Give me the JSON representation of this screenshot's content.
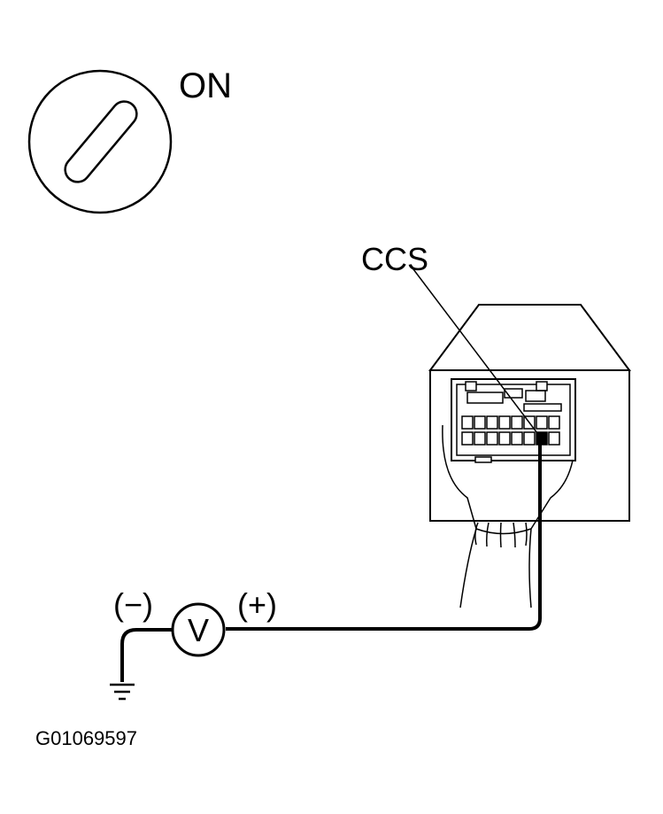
{
  "diagram": {
    "ignition_label": "ON",
    "component_label": "CCS",
    "negative_label": "(−)",
    "positive_label": "(+)",
    "meter_label": "V",
    "figure_code": "G01069597"
  },
  "icons": {
    "ignition": "ignition-key-switch-icon",
    "meter": "voltmeter-icon",
    "ground": "ground-symbol-icon"
  },
  "colors": {
    "ink": "#000000",
    "background": "#ffffff"
  }
}
